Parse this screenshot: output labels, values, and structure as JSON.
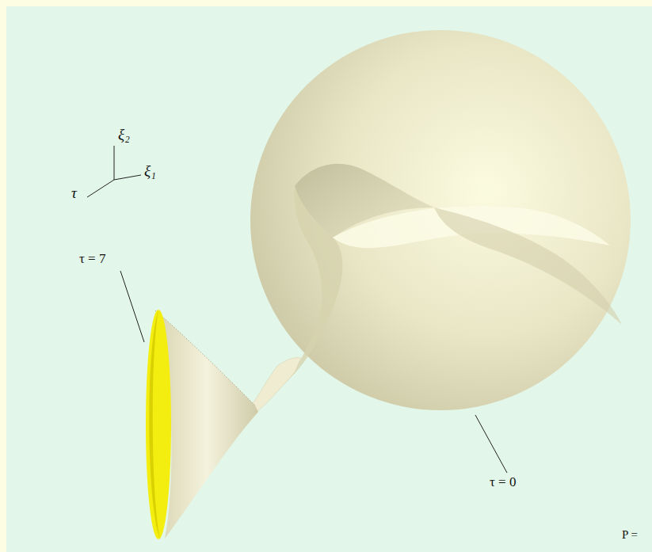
{
  "diagram": {
    "labels": [
      "ξ₂",
      "ξ₁",
      "τ",
      "τ = 7",
      "τ = 0",
      "P ="
    ]
  }
}
